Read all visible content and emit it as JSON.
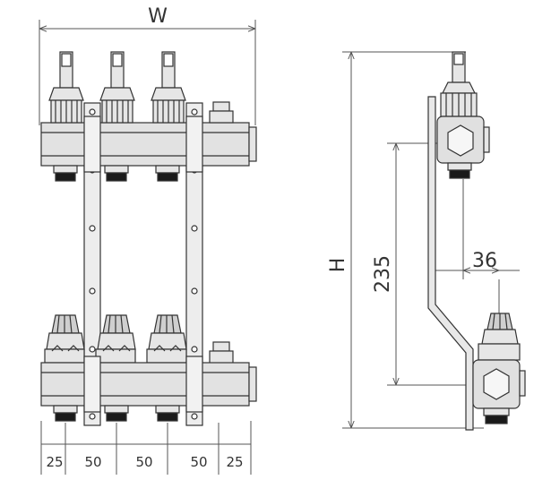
{
  "front_view": {
    "width_label": "W",
    "bottom_dims": [
      "25",
      "50",
      "50",
      "50",
      "25"
    ]
  },
  "side_view": {
    "height_label": "H",
    "spacing_label": "235",
    "offset_label": "36"
  },
  "colors": {
    "line": "#333333",
    "fill": "#e4e4e4",
    "dark": "#1a1a1a",
    "dim": "#555555"
  }
}
